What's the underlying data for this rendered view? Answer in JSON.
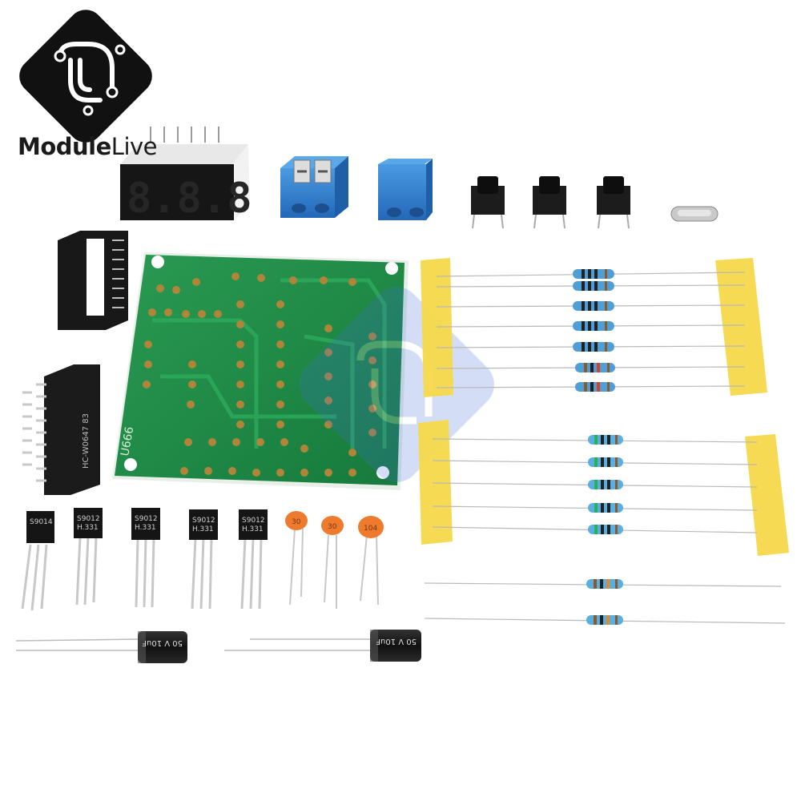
{
  "brand": {
    "name_part1": "Module",
    "name_part2": "Live"
  },
  "markings": {
    "pcb": "U666",
    "ic": "HC-W0647 83",
    "transistor_1": "S9014",
    "transistor_2": "S9012",
    "transistor_3": "S9012",
    "transistor_4": "S9012",
    "transistor_5": "S9012",
    "transistor_sub": "H.331",
    "cap_1": "30",
    "cap_2": "30",
    "cap_3": "104",
    "electrolytic_1": "50 V 10uF",
    "electrolytic_2": "50 V 10uF"
  },
  "colors": {
    "pcb_green": "#1f8a45",
    "terminal_blue": "#2f7fd0",
    "tape_yellow": "#f6d84a",
    "resistor_blue": "#4f9fd6",
    "cap_orange": "#ee7a2e"
  }
}
